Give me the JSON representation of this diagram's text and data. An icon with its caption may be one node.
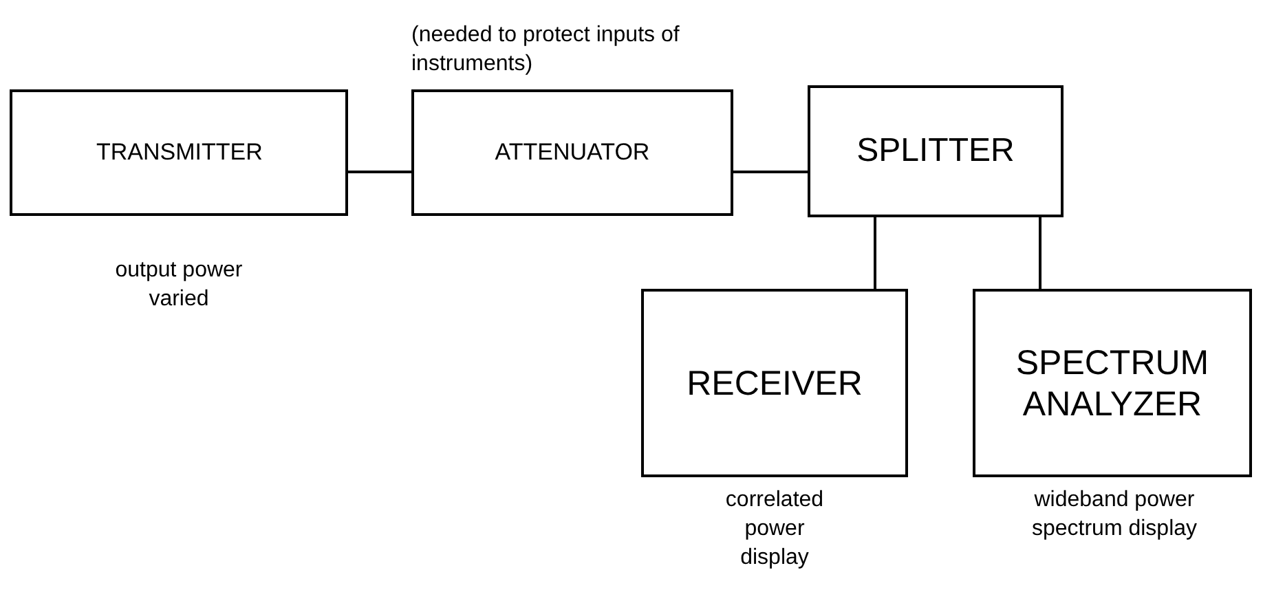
{
  "diagram": {
    "nodes": [
      {
        "text": [
          "TRANSMITTER"
        ],
        "beside": [
          "output power varied"
        ]
      },
      {
        "text": [
          "ATTENUATOR"
        ],
        "beside": [
          "(needed to protect inputs of instruments)"
        ]
      },
      {
        "text": [
          "SPLITTER"
        ]
      },
      {
        "text": [
          "RECEIVER"
        ],
        "beside": [
          "correlated power display"
        ]
      },
      {
        "text": [
          "SPECTRUM ANALYZER"
        ],
        "beside": [
          "wideband power spectrum display"
        ]
      }
    ],
    "edges": [
      {
        "from": 0,
        "to": 1,
        "arrow": "none"
      },
      {
        "from": 1,
        "to": 2,
        "arrow": "none"
      },
      {
        "from": 2,
        "to": 3,
        "arrow": "none"
      },
      {
        "from": 2,
        "to": 4,
        "arrow": "none"
      }
    ]
  }
}
